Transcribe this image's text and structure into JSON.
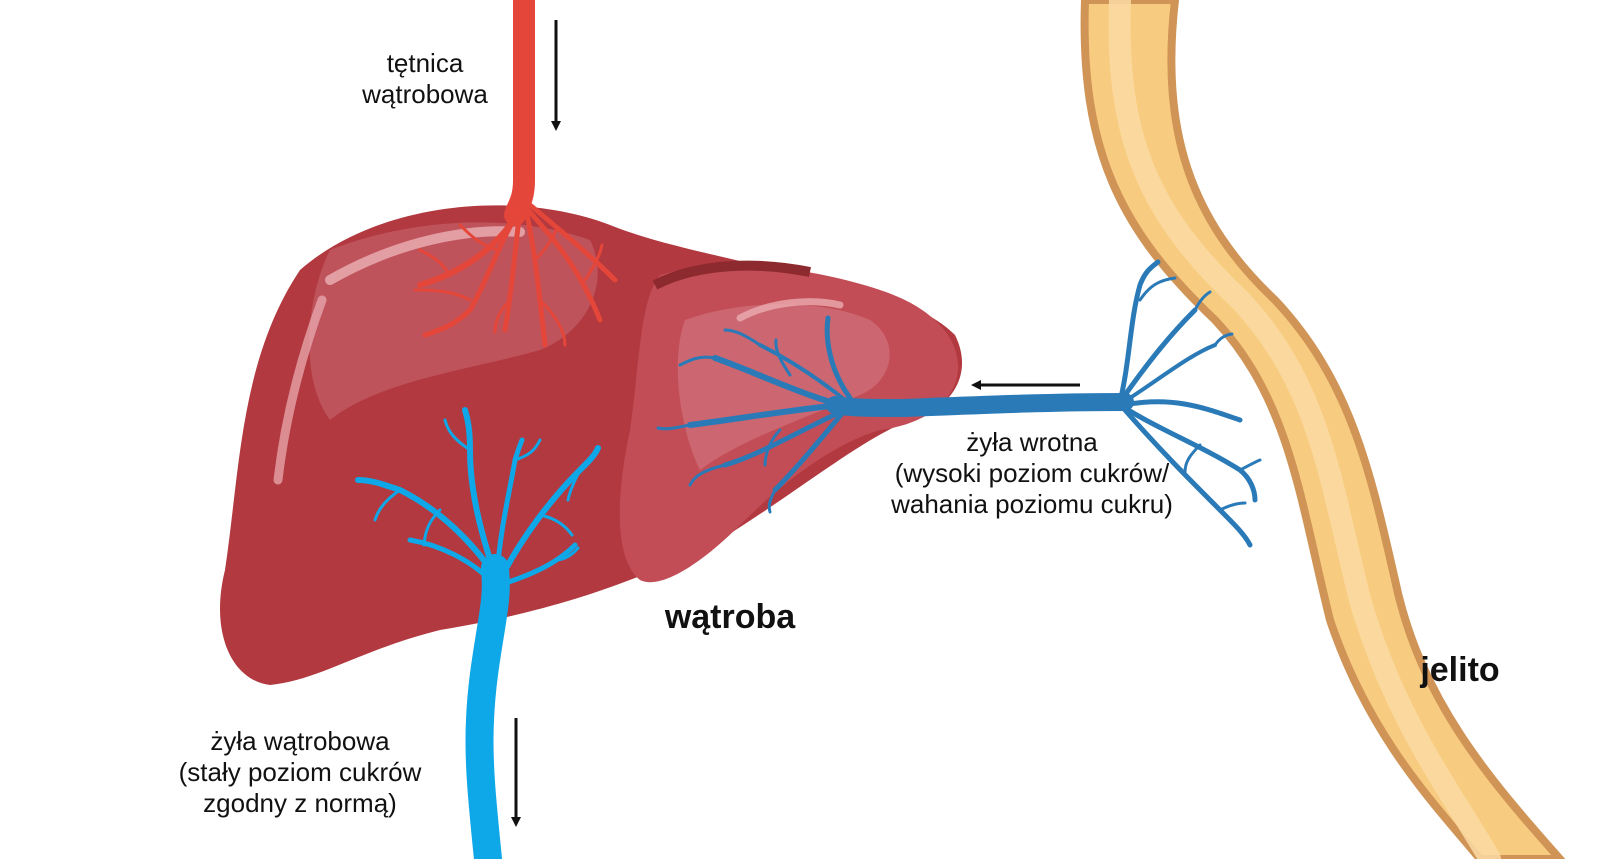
{
  "labels": {
    "artery": [
      "tętnica",
      "wątrobowa"
    ],
    "portal_vein": [
      "żyła wrotna",
      "(wysoki poziom cukrów/",
      "wahania poziomu cukru)"
    ],
    "hepatic_vein": [
      "żyła wątrobowa",
      "(stały poziom cukrów",
      "zgodny z normą)"
    ],
    "liver": "wątroba",
    "intestine": "jelito"
  },
  "colors": {
    "liver": "#b1393f",
    "liver_right_lobe": "#c24d56",
    "artery": "#e5463a",
    "portal_vein": "#2a7ab8",
    "hepatic_vein": "#0ea7e8",
    "intestine_fill": "#f8cc80",
    "intestine_edge": "#cf9456",
    "arrow": "#111111"
  },
  "icons": [
    "down-arrow-icon",
    "left-arrow-icon"
  ]
}
